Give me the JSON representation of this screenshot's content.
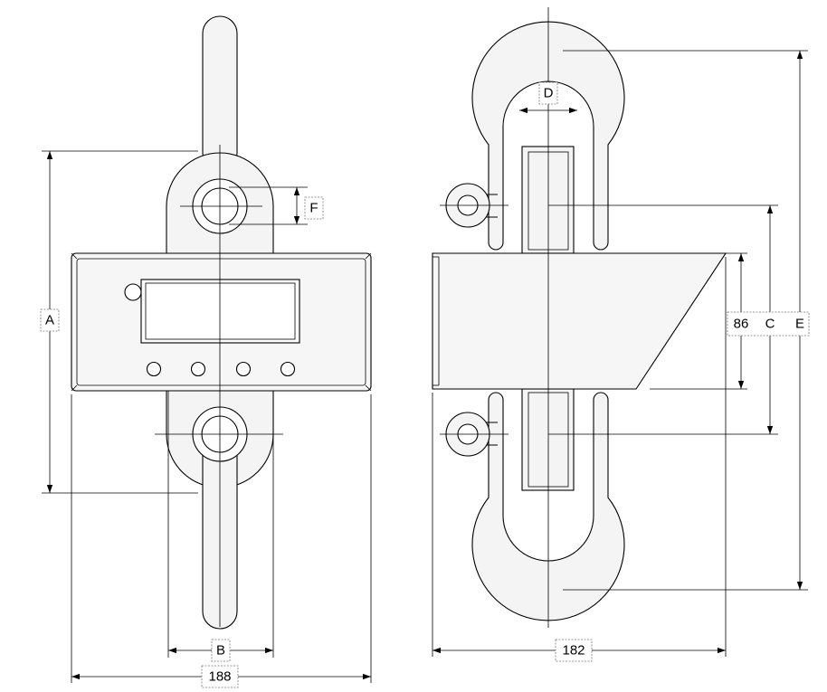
{
  "labels": {
    "a": "A",
    "b": "B",
    "c": "C",
    "d": "D",
    "e": "E",
    "f": "F",
    "width_front": "188",
    "width_side": "182",
    "height_body": "86"
  }
}
